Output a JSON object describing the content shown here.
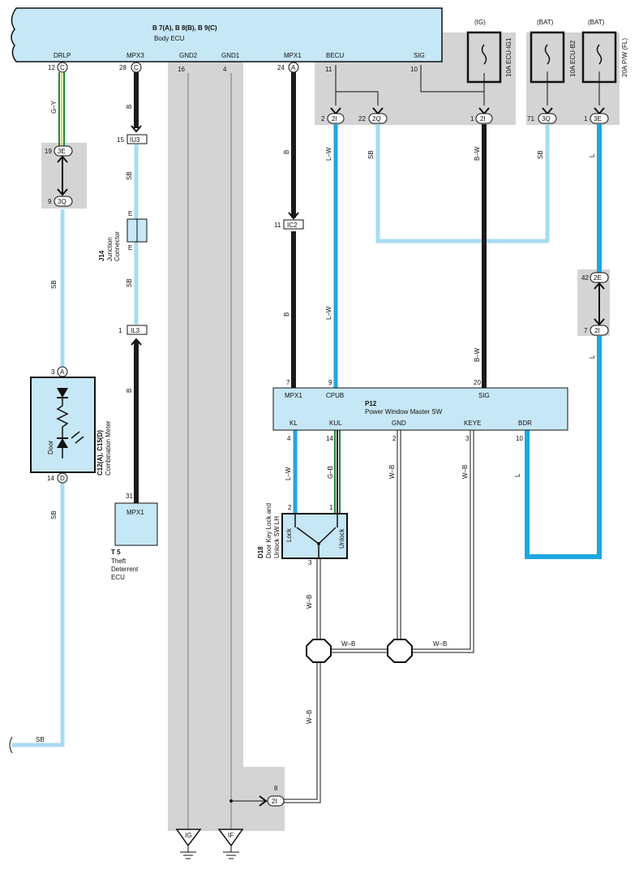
{
  "body_ecu": {
    "title": "B 7(A), B 8(B), B 9(C)",
    "subtitle": "Body ECU",
    "terminals": [
      "DRLP",
      "MPX3",
      "GND2",
      "GND1",
      "MPX1",
      "BECU",
      "SIG"
    ],
    "pins": [
      "12",
      "28",
      "16",
      "4",
      "24",
      "11",
      "10"
    ],
    "pin_connectors": [
      "C",
      "C",
      "A"
    ]
  },
  "fuses": [
    {
      "source": "(IG)",
      "name": "10A ECU-IG1"
    },
    {
      "source": "(BAT)",
      "name": "10A ECU-B2"
    },
    {
      "source": "(BAT)",
      "name": "20A P/W (FL)"
    }
  ],
  "connectors": {
    "c_2i_a": {
      "pin": "2",
      "id": "2I"
    },
    "c_2q": {
      "pin": "22",
      "id": "2Q"
    },
    "c_2i_b": {
      "pin": "1",
      "id": "2I"
    },
    "c_3q_top": {
      "pin": "71",
      "id": "3Q"
    },
    "c_3e_top": {
      "pin": "1",
      "id": "3E"
    },
    "c_3e_left": {
      "pin": "19",
      "id": "3E"
    },
    "c_3q_left": {
      "pin": "9",
      "id": "3Q"
    },
    "c_iu3": {
      "pin": "15",
      "id": "IU3"
    },
    "c_il3": {
      "pin": "1",
      "id": "IL3"
    },
    "c_ic2": {
      "pin": "11",
      "id": "IC2"
    },
    "c_2e": {
      "pin": "42",
      "id": "2E"
    },
    "c_2i_c": {
      "pin": "7",
      "id": "2I"
    },
    "c_2i_bottom": {
      "pin": "8",
      "id": "2I"
    }
  },
  "wire_colors": {
    "gy": "G–Y",
    "b": "B",
    "sb": "SB",
    "lw": "L–W",
    "bw": "B–W",
    "l": "L",
    "gb": "G–B",
    "wb": "W–B"
  },
  "junction": {
    "id": "J14",
    "line1": "Junction",
    "line2": "Connector",
    "end_label": "E"
  },
  "meter": {
    "id": "C12(A), C15(D)",
    "name": "Combination Meter",
    "pin_top": "3",
    "conn_top": "A",
    "pin_bottom": "14",
    "conn_bottom": "D",
    "door_label": "Door"
  },
  "theft": {
    "pin": "31",
    "terminal": "MPX1",
    "id": "T 5",
    "line1": "Theft",
    "line2": "Deterrent",
    "line3": "ECU"
  },
  "pwms": {
    "id": "P12",
    "name": "Power Window Master SW",
    "top_terminals": [
      "MPX1",
      "CPUB",
      "SIG"
    ],
    "top_pins": [
      "7",
      "9",
      "20"
    ],
    "bottom_terminals": [
      "KL",
      "KUL",
      "GND",
      "KEYE",
      "BDR"
    ],
    "bottom_pins": [
      "4",
      "14",
      "2",
      "3",
      "10"
    ]
  },
  "d18": {
    "id": "D18",
    "line1": "Door Key Lock and",
    "line2": "Unlock SW LH",
    "lock": "Lock",
    "unlock": "Unlock",
    "pin_lock": "2",
    "pin_unlock": "1",
    "pin_ground": "3"
  },
  "grounds": [
    "IG",
    "IF"
  ],
  "colors": {
    "sb": "#a7dcf1",
    "l": "#1ea7e1",
    "black": "#1a1a1a",
    "panel": "#d4d4d4",
    "box": "#c6e7f5",
    "green": "#1b8a3a",
    "yellow": "#e8d23a"
  }
}
